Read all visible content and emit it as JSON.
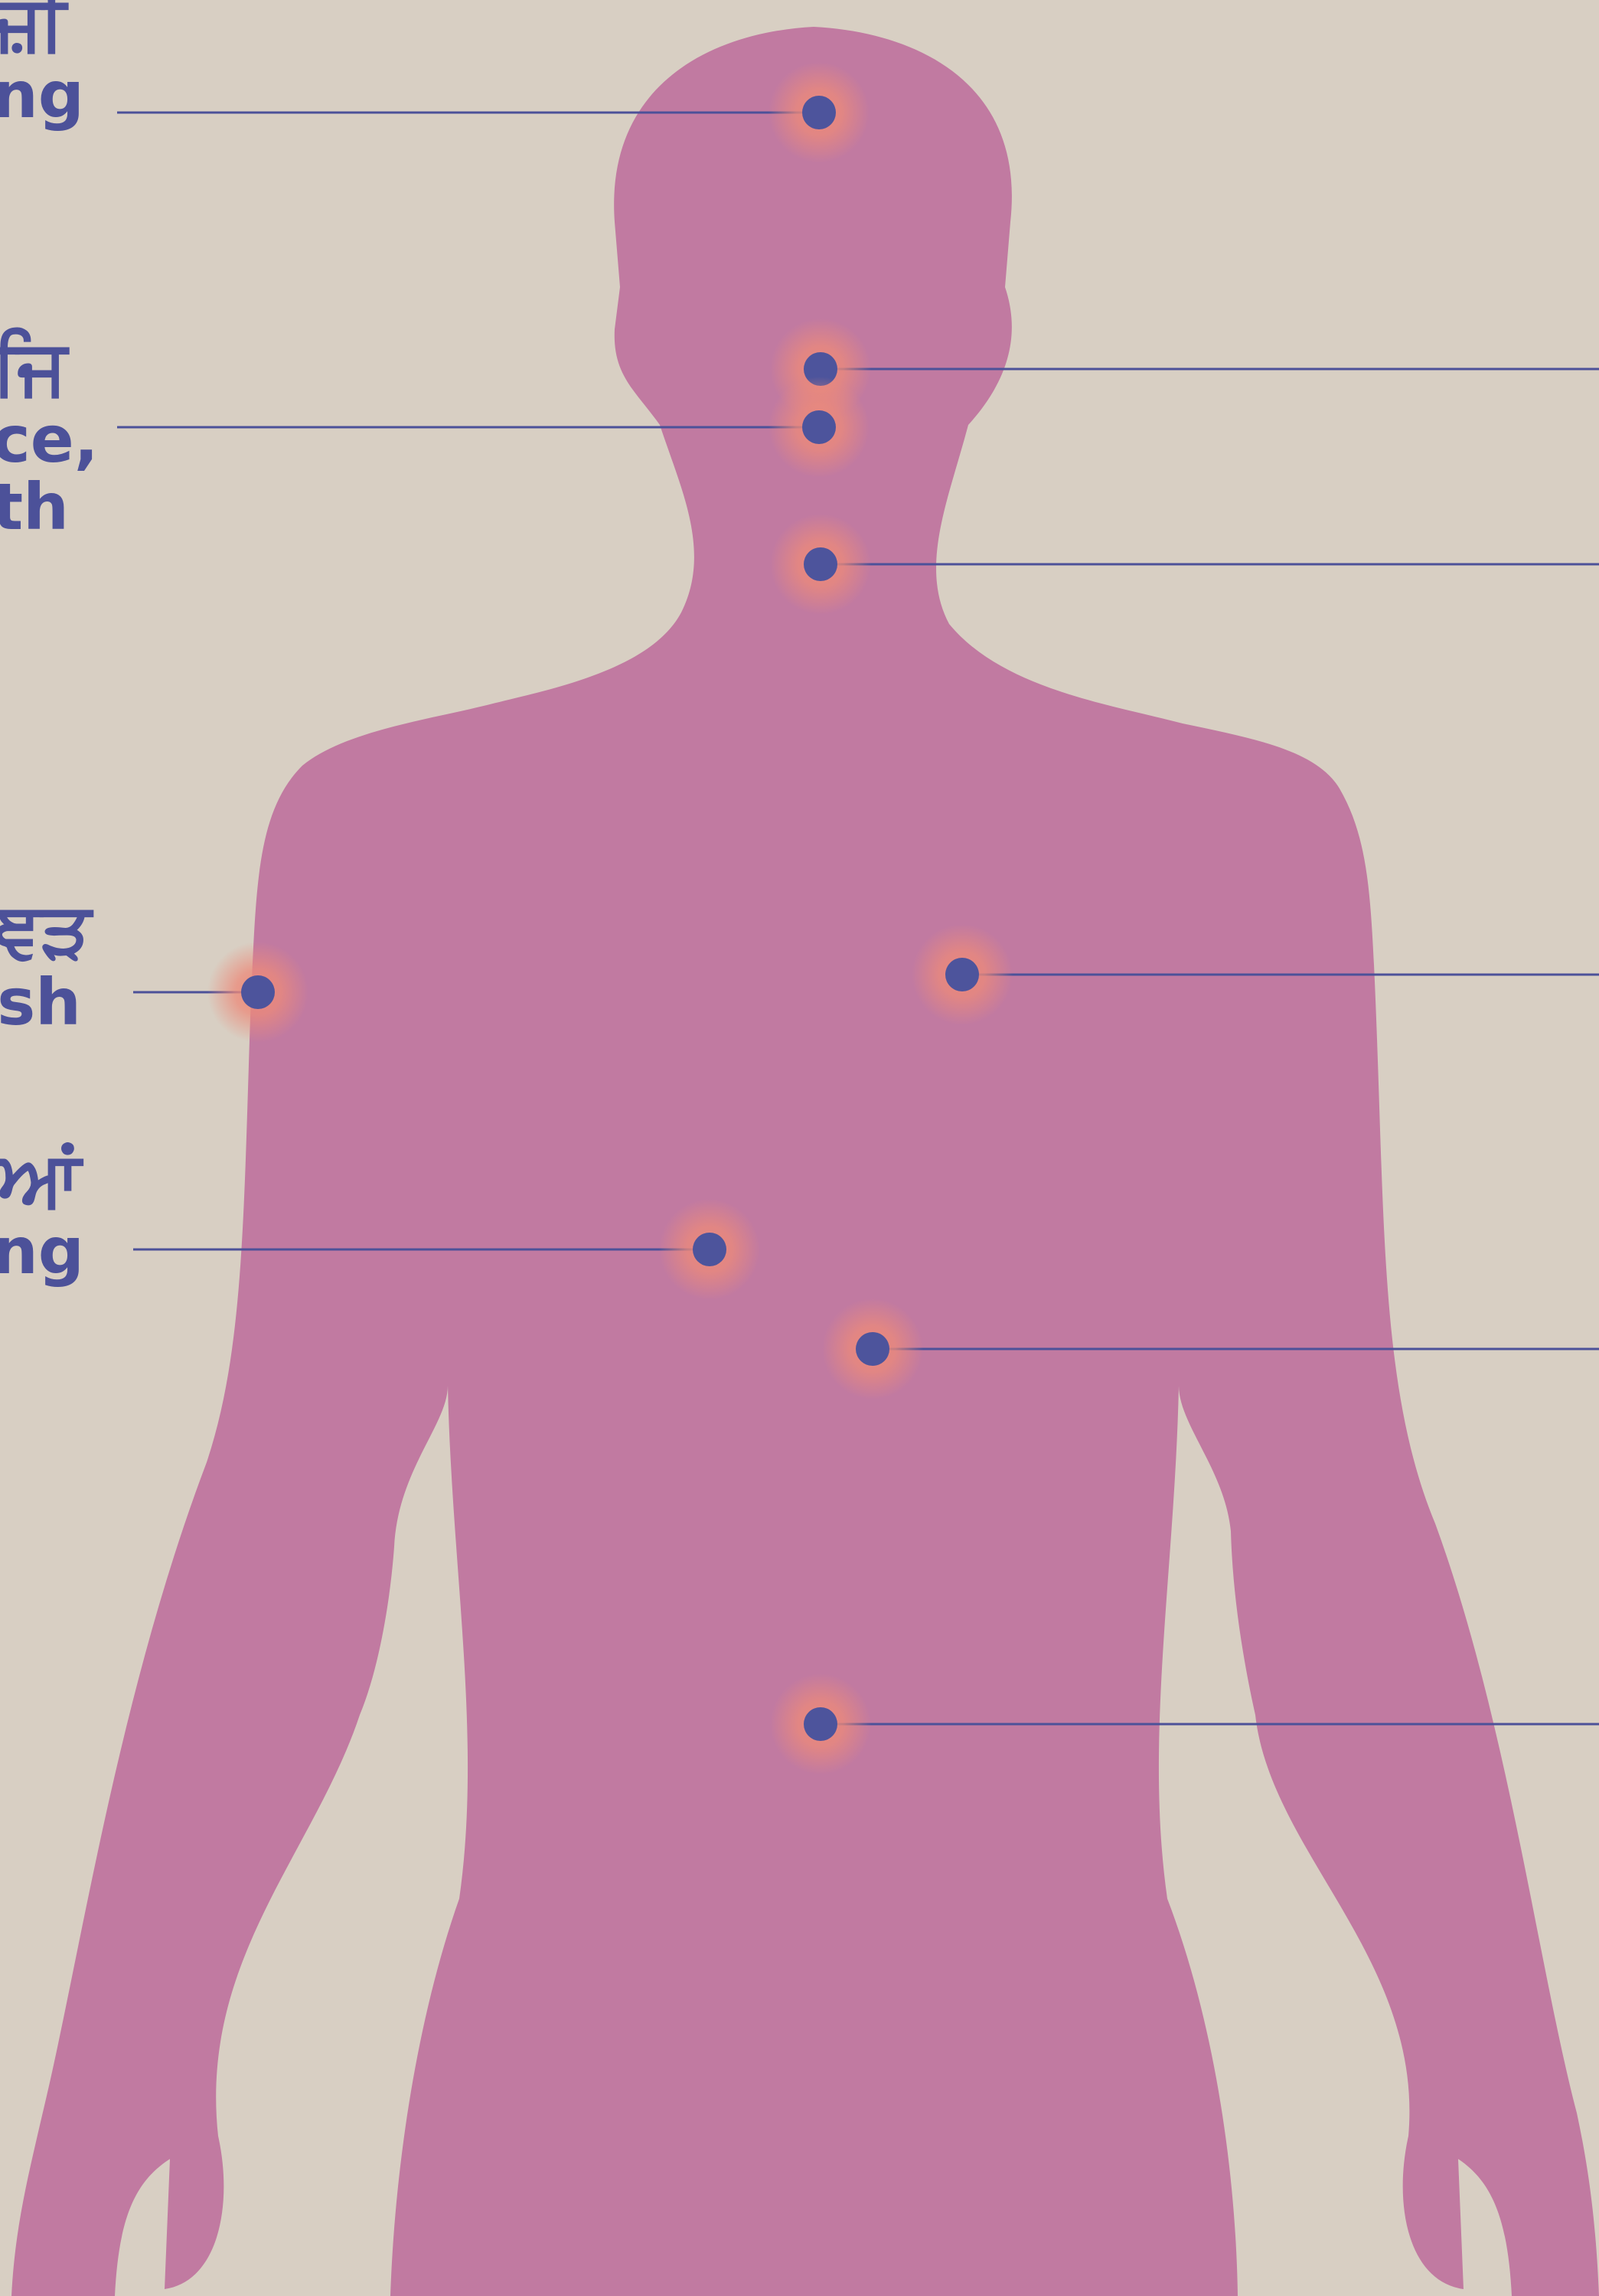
{
  "colors": {
    "background": "#d8cfc3",
    "body_silhouette": "#c17aa1",
    "marker": "#4d549c",
    "marker_glow": "#ec8a7a",
    "leader_line": "#4c5199",
    "label_text": "#4c5199"
  },
  "labels_left": [
    {
      "id": "head",
      "punjabi": "ਜ਼ੀ",
      "english": "ng"
    },
    {
      "id": "throat",
      "punjabi": "ਜਿ",
      "english_lines": [
        "ce,",
        "th"
      ]
    },
    {
      "id": "arm",
      "punjabi": "ਞੜ",
      "english": "sh"
    },
    {
      "id": "abdomen",
      "punjabi": "ਆਂ",
      "english": "ng"
    }
  ],
  "markers": [
    {
      "id": "head-marker",
      "side": "left"
    },
    {
      "id": "neck-upper-marker",
      "side": "right"
    },
    {
      "id": "neck-lower-marker",
      "side": "left"
    },
    {
      "id": "chest-top-marker",
      "side": "right"
    },
    {
      "id": "chest-right-marker",
      "side": "right"
    },
    {
      "id": "arm-marker",
      "side": "left"
    },
    {
      "id": "abdomen-left-marker",
      "side": "left"
    },
    {
      "id": "abdomen-right-marker",
      "side": "right"
    },
    {
      "id": "pelvis-marker",
      "side": "right"
    }
  ]
}
